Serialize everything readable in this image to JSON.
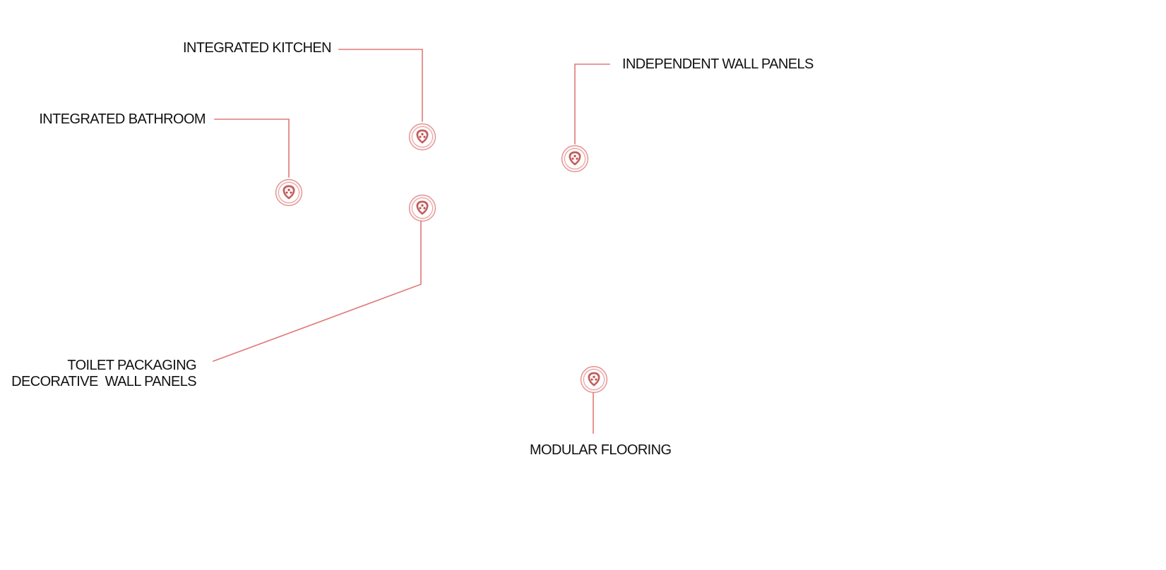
{
  "callouts": {
    "integrated_kitchen": {
      "label": "INTEGRATED KITCHEN"
    },
    "independent_wall_panels": {
      "label": "INDEPENDENT WALL PANELS"
    },
    "integrated_bathroom": {
      "label": "INTEGRATED BATHROOM"
    },
    "toilet_packaging": {
      "label_line1": "TOILET PACKAGING",
      "label_line2": "DECORATIVE  WALL PANELS"
    },
    "modular_flooring": {
      "label": "MODULAR FLOORING"
    }
  },
  "hotspot_icon": "shield-hotspot-icon",
  "colors": {
    "accent": "#e07878",
    "accent_dark": "#b84c4c",
    "text": "#111111",
    "background": "#ffffff"
  }
}
